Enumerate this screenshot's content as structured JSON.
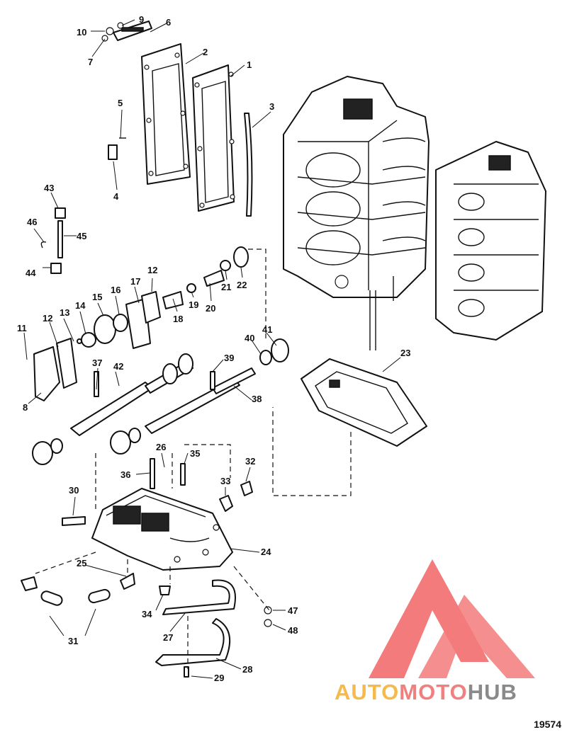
{
  "figure_number": "19574",
  "watermark": {
    "part1": "AUTO",
    "part2": "MOTO",
    "part3": "HUB",
    "color1": "#f5b94c",
    "color2": "#f08080",
    "color3": "#8a8a8a",
    "logo_color": "#f26d6d"
  },
  "callouts": {
    "c1": "1",
    "c2": "2",
    "c3": "3",
    "c4": "4",
    "c5": "5",
    "c6": "6",
    "c7": "7",
    "c8": "8",
    "c9": "9",
    "c10": "10",
    "c11": "11",
    "c12a": "12",
    "c12b": "12",
    "c13": "13",
    "c14": "14",
    "c15": "15",
    "c16": "16",
    "c17": "17",
    "c18": "18",
    "c19": "19",
    "c20": "20",
    "c21": "21",
    "c22": "22",
    "c23": "23",
    "c24": "24",
    "c25": "25",
    "c26": "26",
    "c27": "27",
    "c28": "28",
    "c29": "29",
    "c30": "30",
    "c31": "31",
    "c32": "32",
    "c33": "33",
    "c34": "34",
    "c35": "35",
    "c36": "36",
    "c37": "37",
    "c38": "38",
    "c39": "39",
    "c40": "40",
    "c41": "41",
    "c42": "42",
    "c43": "43",
    "c44": "44",
    "c45": "45",
    "c46": "46",
    "c47": "47",
    "c48": "48"
  }
}
